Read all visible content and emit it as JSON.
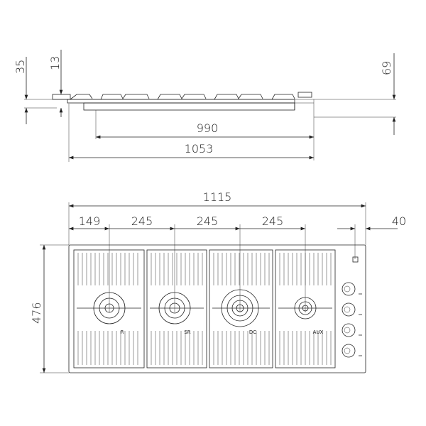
{
  "side_view": {
    "dims": {
      "height_total": "35",
      "height_top": "13",
      "height_right": "69",
      "width_inner": "990",
      "width_outer": "1053"
    }
  },
  "top_view": {
    "dims": {
      "overall_width": "1115",
      "offset_left": "149",
      "pitch_1": "245",
      "pitch_2": "245",
      "pitch_3": "245",
      "offset_right": "40",
      "depth": "476"
    },
    "burners": [
      {
        "label": "R"
      },
      {
        "label": "SR"
      },
      {
        "label": "DC"
      },
      {
        "label": "AUX"
      }
    ],
    "knob_count": 4
  },
  "colors": {
    "line": "#222222",
    "background": "#ffffff"
  }
}
